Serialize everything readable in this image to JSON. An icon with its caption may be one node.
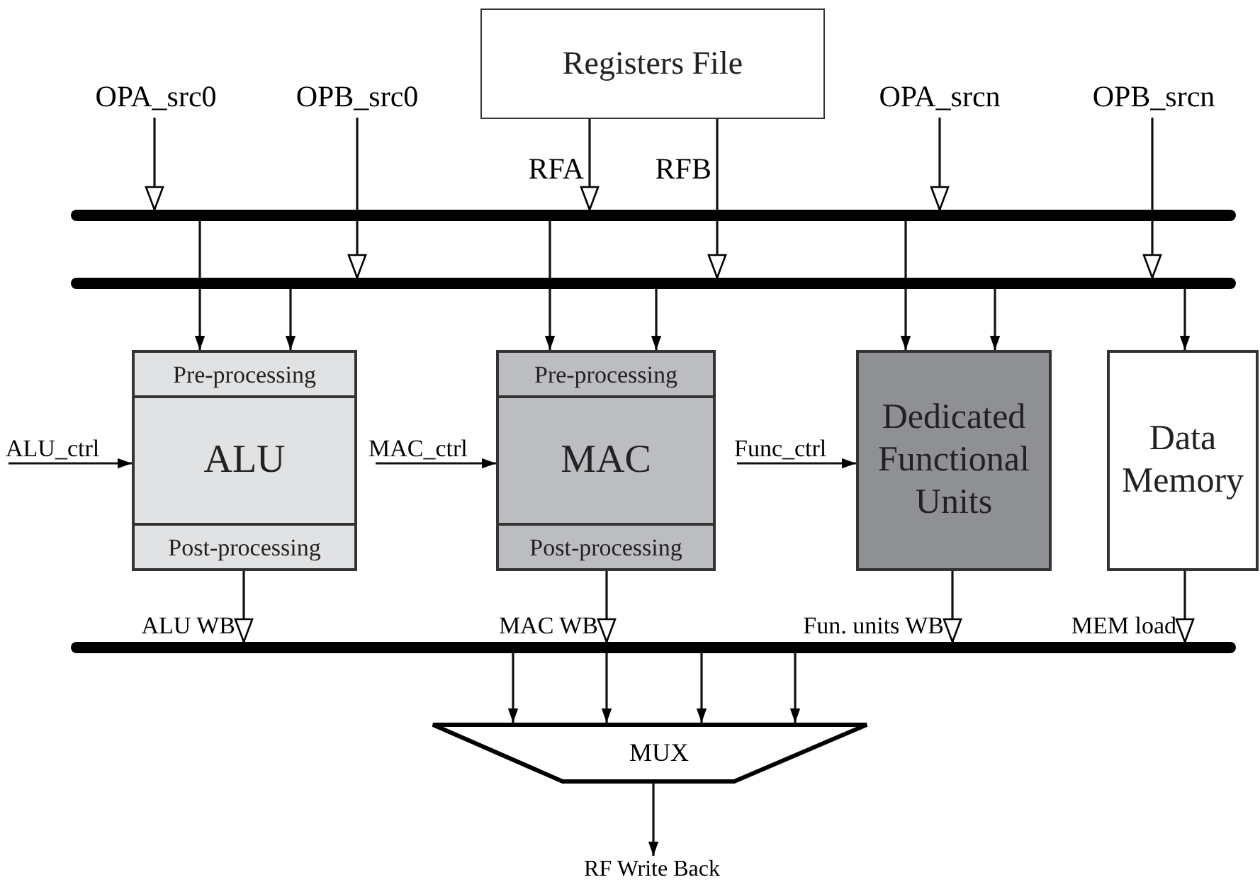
{
  "diagram": {
    "nodes": [
      {
        "text": [
          "Registers File"
        ]
      },
      {
        "text": [
          "OPA_src0"
        ]
      },
      {
        "text": [
          "OPB_src0"
        ]
      },
      {
        "text": [
          "OPA_srcn"
        ]
      },
      {
        "text": [
          "OPB_srcn"
        ]
      },
      {
        "text": [],
        "shape": "bar"
      },
      {
        "text": [],
        "shape": "bar"
      },
      {
        "text": [
          "Pre-processing",
          "ALU",
          "Post-processing"
        ]
      },
      {
        "text": [
          "Pre-processing",
          "MAC",
          "Post-processing"
        ]
      },
      {
        "text": [
          "Dedicated Functional Units"
        ]
      },
      {
        "text": [
          "Data Memory"
        ]
      },
      {
        "text": [],
        "shape": "bar"
      },
      {
        "text": [
          "MUX"
        ]
      },
      {
        "text": [
          "RF Write Back"
        ]
      }
    ],
    "edges": [
      {
        "from": 1,
        "to": 5,
        "arrow": "to"
      },
      {
        "from": 2,
        "to": 6,
        "arrow": "to"
      },
      {
        "from": 0,
        "to": 5,
        "arrow": "to",
        "label": "RFA"
      },
      {
        "from": 0,
        "to": 6,
        "arrow": "to",
        "label": "RFB"
      },
      {
        "from": 3,
        "to": 5,
        "arrow": "to"
      },
      {
        "from": 4,
        "to": 6,
        "arrow": "to"
      },
      {
        "from": 5,
        "to": 7,
        "arrow": "to"
      },
      {
        "from": 6,
        "to": 7,
        "arrow": "to"
      },
      {
        "from": 5,
        "to": 8,
        "arrow": "to"
      },
      {
        "from": 6,
        "to": 8,
        "arrow": "to"
      },
      {
        "from": 5,
        "to": 9,
        "arrow": "to"
      },
      {
        "from": 6,
        "to": 9,
        "arrow": "to"
      },
      {
        "from": 6,
        "to": 10,
        "arrow": "to"
      },
      {
        "from": null,
        "to": 7,
        "arrow": "to",
        "label": "ALU_ctrl"
      },
      {
        "from": null,
        "to": 8,
        "arrow": "to",
        "label": "MAC_ctrl"
      },
      {
        "from": null,
        "to": 9,
        "arrow": "to",
        "label": "Func_ctrl"
      },
      {
        "from": 7,
        "to": 11,
        "arrow": "to",
        "label": "ALU WB"
      },
      {
        "from": 8,
        "to": 11,
        "arrow": "to",
        "label": "MAC WB"
      },
      {
        "from": 9,
        "to": 11,
        "arrow": "to",
        "label": "Fun. units WB"
      },
      {
        "from": 10,
        "to": 11,
        "arrow": "to",
        "label": "MEM load"
      },
      {
        "from": 11,
        "to": 12,
        "arrow": "to"
      },
      {
        "from": 11,
        "to": 12,
        "arrow": "to"
      },
      {
        "from": 11,
        "to": 12,
        "arrow": "to"
      },
      {
        "from": 11,
        "to": 12,
        "arrow": "to"
      },
      {
        "from": 12,
        "to": 13,
        "arrow": "to"
      }
    ]
  }
}
